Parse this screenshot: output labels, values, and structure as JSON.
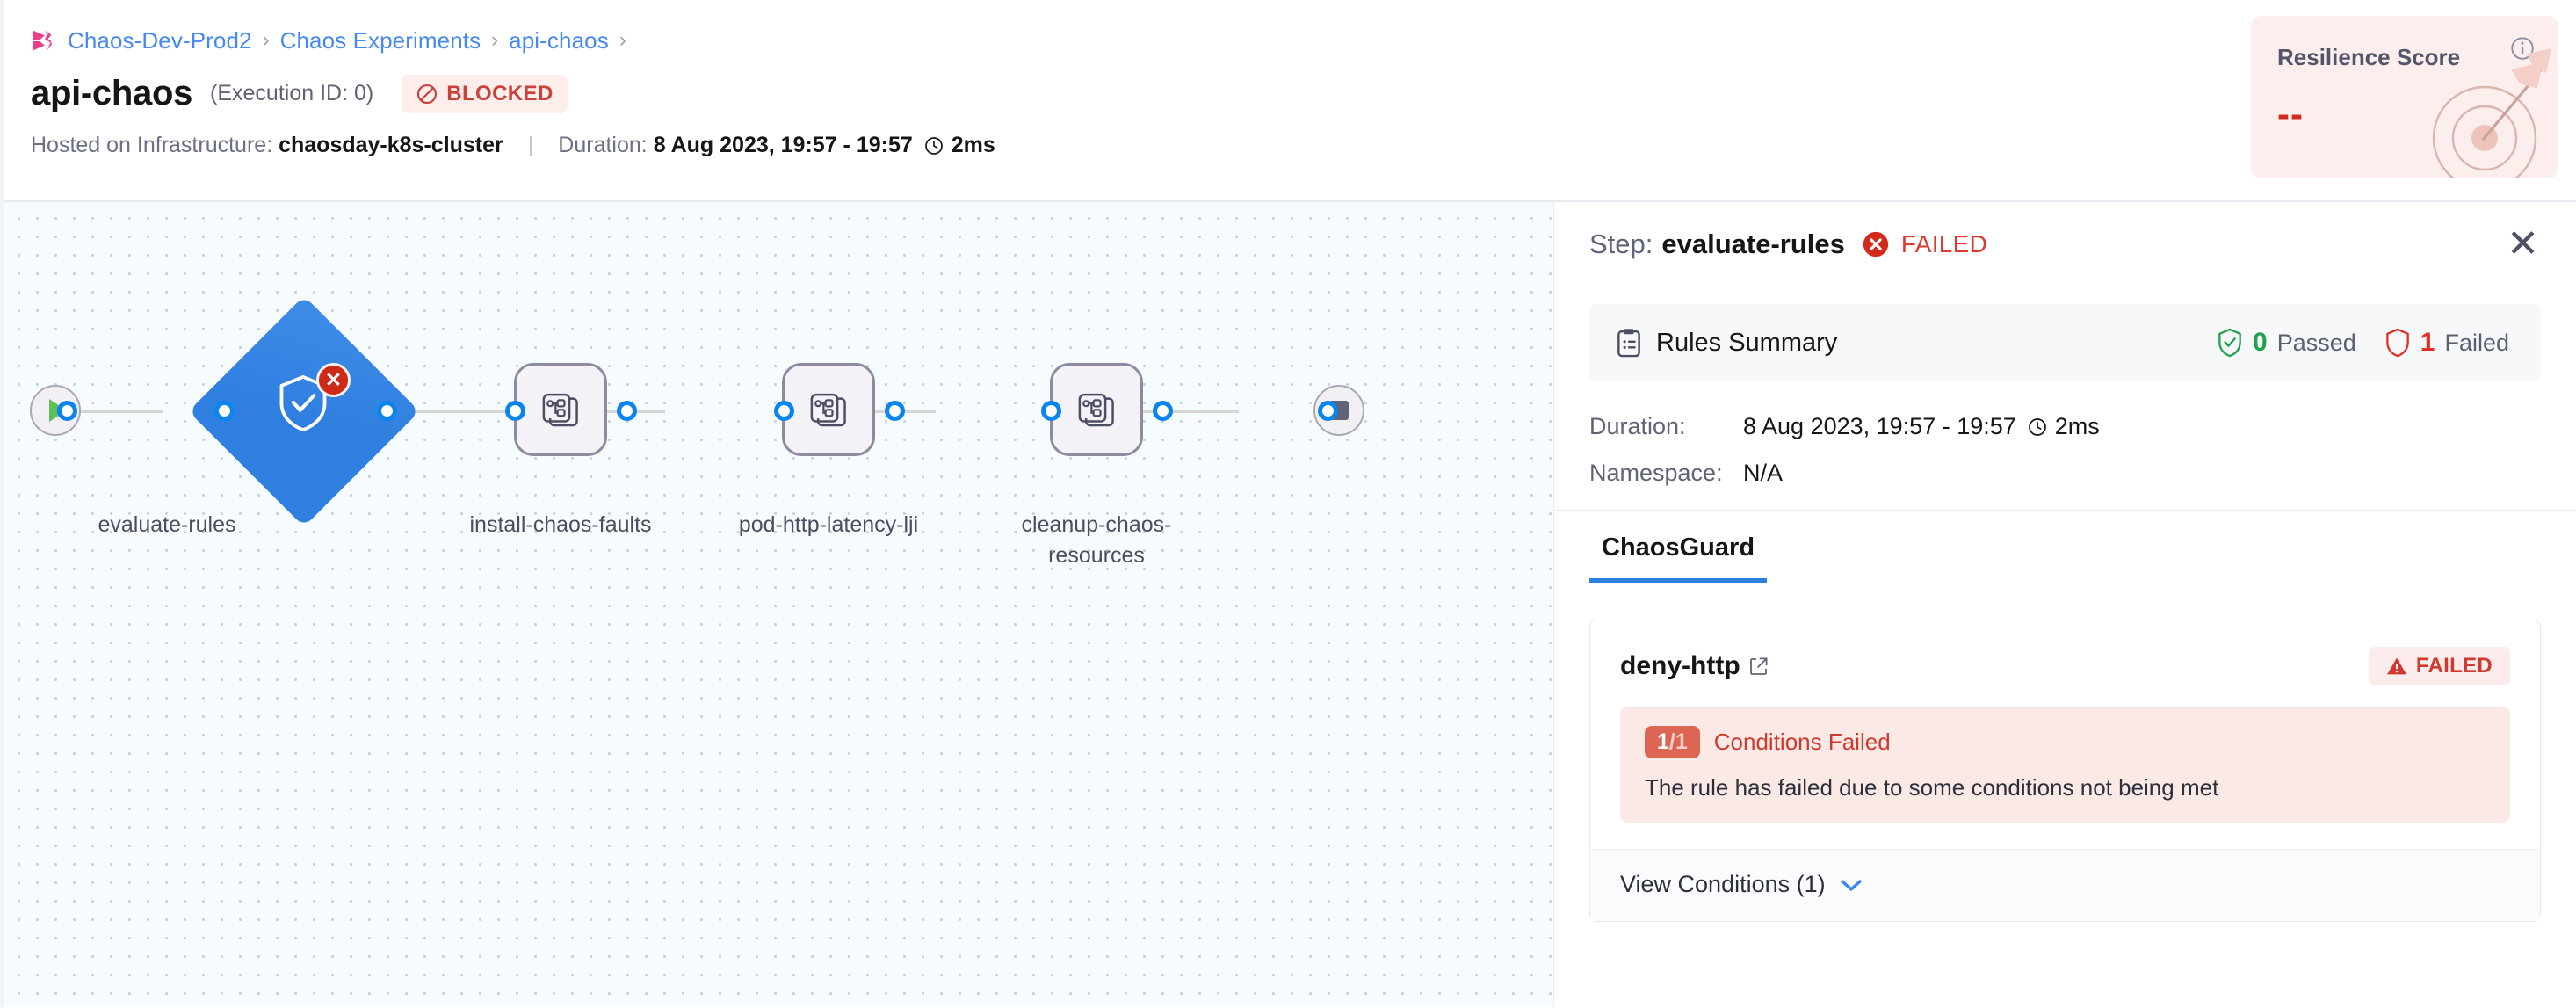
{
  "breadcrumb": {
    "logo": "harness-logo-icon",
    "items": [
      "Chaos-Dev-Prod2",
      "Chaos Experiments",
      "api-chaos"
    ],
    "separator": "›"
  },
  "header": {
    "title": "api-chaos",
    "execution_id": "(Execution ID: 0)",
    "status_badge": {
      "label": "BLOCKED",
      "icon": "ban-icon",
      "color": "#c9413a",
      "bg": "#fdeeec"
    },
    "infra_label": "Hosted on Infrastructure:",
    "infra_value": "chaosday-k8s-cluster",
    "divider": "|",
    "duration_label": "Duration:",
    "duration_value": "8 Aug 2023, 19:57 - 19:57",
    "duration_time": "2ms",
    "clock_icon": "clock-icon"
  },
  "resilience": {
    "title": "Resilience Score",
    "value": "--",
    "info_icon": "info-icon",
    "art_icon": "target-arrow-icon",
    "bg": "#fbeeec",
    "value_color": "#cf2a1b"
  },
  "pipeline": {
    "start_node": {
      "name": "start-node",
      "icon": "play-icon"
    },
    "end_node": {
      "name": "end-node",
      "icon": "stop-icon"
    },
    "nodes": [
      {
        "label": "evaluate-rules",
        "type": "diamond",
        "icon": "shield-check-icon",
        "status_badge": "✕",
        "status": "failed",
        "color": "#2f7fe0"
      },
      {
        "label": "install-chaos-faults",
        "type": "step",
        "icon": "chaos-step-icon",
        "status": "not-started"
      },
      {
        "label": "pod-http-latency-lji",
        "type": "step",
        "icon": "chaos-step-icon",
        "status": "not-started"
      },
      {
        "label": "cleanup-chaos-resources",
        "type": "step",
        "icon": "chaos-step-icon",
        "status": "not-started"
      }
    ]
  },
  "panel": {
    "step_prefix": "Step:",
    "step_name": "evaluate-rules",
    "status": "FAILED",
    "status_icon": "x-circle-icon",
    "close_icon": "✕",
    "rules_summary": {
      "icon": "clipboard-icon",
      "title": "Rules Summary",
      "passed_count": "0",
      "passed_label": "Passed",
      "passed_icon": "shield-check-icon",
      "failed_count": "1",
      "failed_label": "Failed",
      "failed_icon": "shield-icon"
    },
    "details": [
      {
        "label": "Duration:",
        "value": "8 Aug 2023, 19:57 - 19:57",
        "extra": "2ms",
        "icon": "clock-icon"
      },
      {
        "label": "Namespace:",
        "value": "N/A",
        "extra": "",
        "icon": ""
      }
    ],
    "tabs": [
      {
        "label": "ChaosGuard",
        "active": true
      }
    ],
    "rule": {
      "name": "deny-http",
      "link_icon": "external-link-icon",
      "badge": {
        "label": "FAILED",
        "icon": "warning-triangle-icon"
      },
      "condition": {
        "count": "1",
        "separator": "/",
        "total": "1",
        "label": "Conditions Failed",
        "description": "The rule has failed due to some conditions not being met"
      },
      "view_conditions": {
        "label": "View Conditions (1)",
        "icon": "chevron-down-icon"
      }
    }
  }
}
